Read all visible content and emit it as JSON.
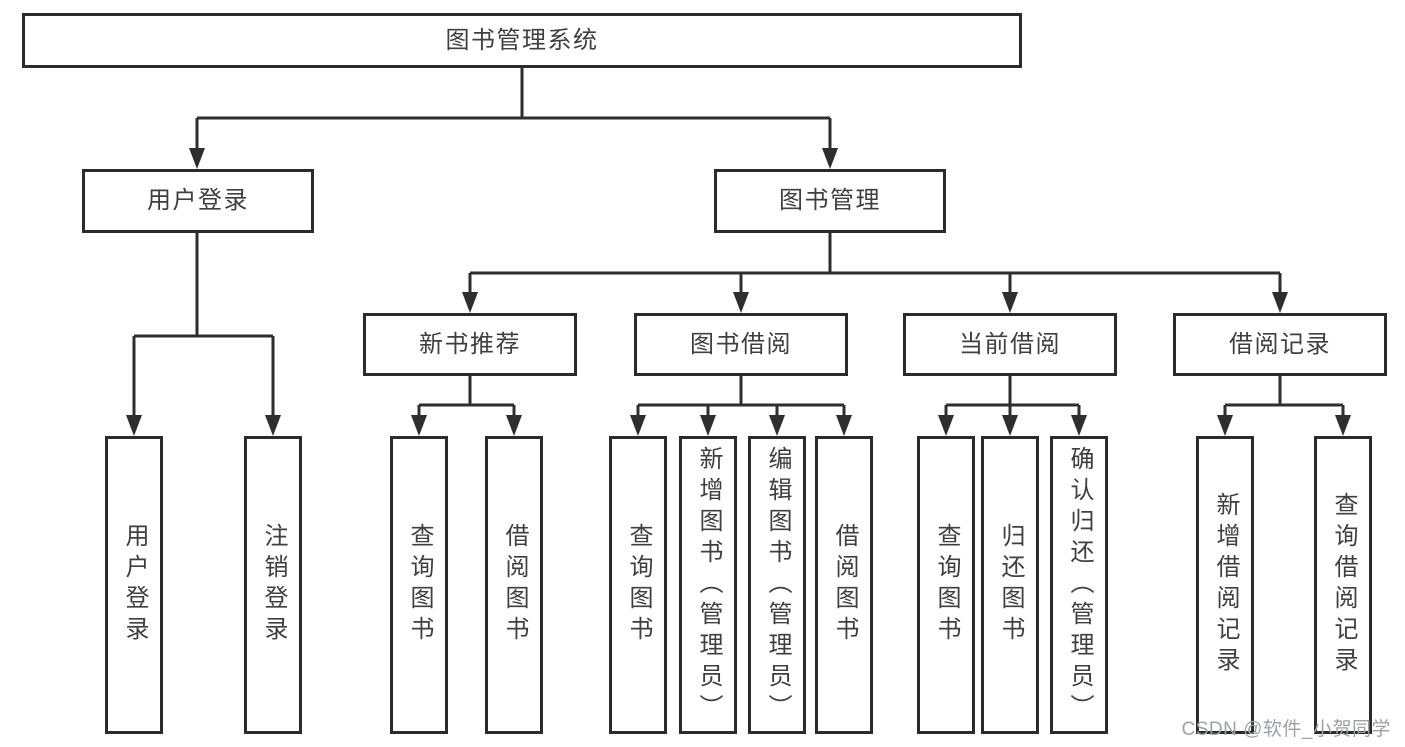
{
  "watermark": "CSDN @软件_小贺同学",
  "colors": {
    "line": "#2e2e2e",
    "box_border": "#2b2b2b",
    "text": "#3f3f3f",
    "background": "#ffffff",
    "watermark": "#9da1a6"
  },
  "tree": {
    "root": {
      "label": "图书管理系统",
      "children": [
        {
          "label": "用户登录",
          "children": [
            {
              "label": "用户登录"
            },
            {
              "label": "注销登录"
            }
          ]
        },
        {
          "label": "图书管理",
          "children": [
            {
              "label": "新书推荐",
              "children": [
                {
                  "label": "查询图书"
                },
                {
                  "label": "借阅图书"
                }
              ]
            },
            {
              "label": "图书借阅",
              "children": [
                {
                  "label": "查询图书"
                },
                {
                  "label": "新增图书（管理员）"
                },
                {
                  "label": "编辑图书（管理员）"
                },
                {
                  "label": "借阅图书"
                }
              ]
            },
            {
              "label": "当前借阅",
              "children": [
                {
                  "label": "查询图书"
                },
                {
                  "label": "归还图书"
                },
                {
                  "label": "确认归还（管理员）"
                }
              ]
            },
            {
              "label": "借阅记录",
              "children": [
                {
                  "label": "新增借阅记录"
                },
                {
                  "label": "查询借阅记录"
                }
              ]
            }
          ]
        }
      ]
    }
  }
}
